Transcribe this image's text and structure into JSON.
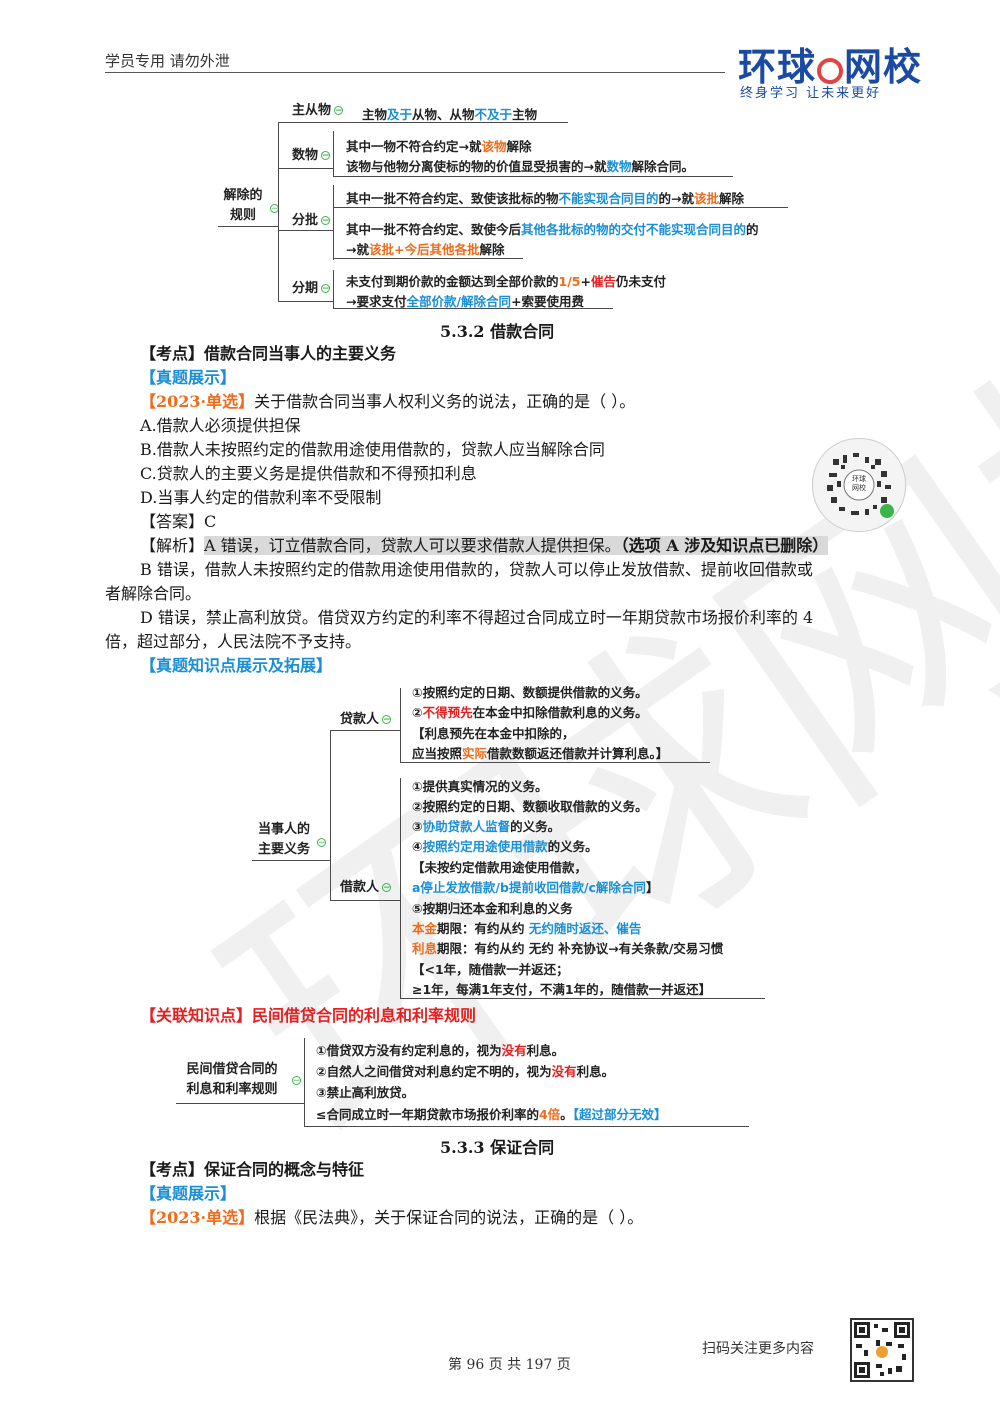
{
  "header": {
    "left_text": "学员专用 请勿外泄",
    "logo_text_1": "环球",
    "logo_text_2": "网校",
    "logo_sub": "终身学习 让未来更好"
  },
  "mm1": {
    "root": "解除的\n规则",
    "zhucong_label": "主从物",
    "zhucong_text": [
      "主物",
      "及于",
      "从物、从物",
      "不及于",
      "主物"
    ],
    "shuwu_label": "数物",
    "shuwu_line1": [
      "其中一物不符合约定→就",
      "该物",
      "解除"
    ],
    "shuwu_line2": [
      "该物与他物分离使标的物的价值显受损害的→就",
      "数物",
      "解除合同。"
    ],
    "fenpi_label": "分批",
    "fenpi_line1": [
      "其中一批不符合约定、致使该批标的物",
      "不能实现合同目的",
      "的→就",
      "该批",
      "解除"
    ],
    "fenpi_line2": [
      "其中一批不符合约定、致使今后",
      "其他各批标的物的交付不能实现合同目的",
      "的"
    ],
    "fenpi_line3": [
      "→就",
      "该批+今后其他各批",
      "解除"
    ],
    "fenqi_label": "分期",
    "fenqi_line1": [
      "未支付到期价款的金额达到全部价款的",
      "1/5",
      "+",
      "催告",
      "仍未支付"
    ],
    "fenqi_line2": [
      "→要求支付",
      "全部价款/解除合同",
      "+索要使用费"
    ]
  },
  "section_532": "5.3.2 借款合同",
  "kaodian1": "【考点】借款合同当事人的主要义务",
  "zhenti1": "【真题展示】",
  "q1_tag": "【2023·单选】",
  "q1_stem": "关于借款合同当事人权利义务的说法，正确的是（ ）。",
  "q1_options": [
    "A.借款人必须提供担保",
    "B.借款人未按照约定的借款用途使用借款的，贷款人应当解除合同",
    "C.贷款人的主要义务是提供借款和不得预扣利息",
    "D.当事人约定的借款利率不受限制"
  ],
  "q1_answer": "【答案】C",
  "q1_jiexi_label": "【解析】",
  "q1_jiexi_a": "A 错误，订立借款合同，贷款人可以要求借款人提供担保。",
  "q1_jiexi_note": "（选项 A 涉及知识点已删除）",
  "q1_jiexi_b1": "B 错误，借款人未按照约定的借款用途使用借款的，贷款人可以停止发放借款、提前收回借款或",
  "q1_jiexi_b2": "者解除合同。",
  "q1_jiexi_d1": "D 错误，禁止高利放贷。借贷双方约定的利率不得超过合同成立时一年期贷款市场报价利率的 4",
  "q1_jiexi_d2": "倍，超过部分，人民法院不予支持。",
  "zhishi_title": "【真题知识点展示及拓展】",
  "mm2": {
    "root": "当事人的\n主要义务",
    "lender": "贷款人",
    "lender_items": [
      [
        "①按照约定的日期、数额提供借款的义务。"
      ],
      [
        "②",
        "不得预先",
        "在本金中扣除借款利息的义务。"
      ],
      [
        "【利息预先在本金中扣除的，"
      ],
      [
        "应当按照",
        "实际",
        "借款数额返还借款并计算利息。】"
      ]
    ],
    "borrower": "借款人",
    "borrower_items": [
      [
        "①提供真实情况的义务。"
      ],
      [
        "②按照约定的日期、数额收取借款的义务。"
      ],
      [
        "③",
        "协助贷款人监督",
        "的义务。"
      ],
      [
        "④",
        "按照约定用途使用借款",
        "的义务。"
      ],
      [
        "【未按约定借款用途使用借款，"
      ],
      [
        "a停止发放借款/b提前收回借款/c解除合同",
        "】"
      ],
      [
        "⑤按期归还本金和利息的义务"
      ],
      [
        "本金",
        "期限：有约从约 ",
        "无约随时返还、催告"
      ],
      [
        "利息",
        "期限：有约从约 无约 补充协议→有关条款/交易习惯"
      ],
      [
        "【<1年，随借款一并返还；"
      ],
      [
        "≥1年，每满1年支付，不满1年的，随借款一并返还】"
      ]
    ]
  },
  "guanlian_tag": "【关联知识点】",
  "guanlian_title": "民间借贷合同的利息和利率规则",
  "mm3": {
    "root": "民间借贷合同的\n利息和利率规则",
    "items": [
      [
        "①借贷双方没有约定利息的，视为",
        "没有",
        "利息。"
      ],
      [
        "②自然人之间借贷对利息约定不明的，视为",
        "没有",
        "利息。"
      ],
      [
        "③禁止高利放贷。"
      ],
      [
        "≤合同成立时一年期贷款市场报价利率的",
        "4倍",
        "。",
        "【超过部分无效】"
      ]
    ]
  },
  "section_533": "5.3.3 保证合同",
  "kaodian2": "【考点】保证合同的概念与特征",
  "zhenti2": "【真题展示】",
  "q2_tag": "【2023·单选】",
  "q2_stem": "根据《民法典》，关于保证合同的说法，正确的是（ ）。",
  "watermark": "环球网校",
  "qr1_label": "环球\n网校",
  "footer": {
    "page": "第 96 页 共 197 页",
    "scan": "扫码关注更多内容"
  },
  "colors": {
    "blue": "#1a8fd6",
    "orange": "#ef6c1a",
    "red": "#e62020",
    "logo": "#1b4aa3"
  }
}
